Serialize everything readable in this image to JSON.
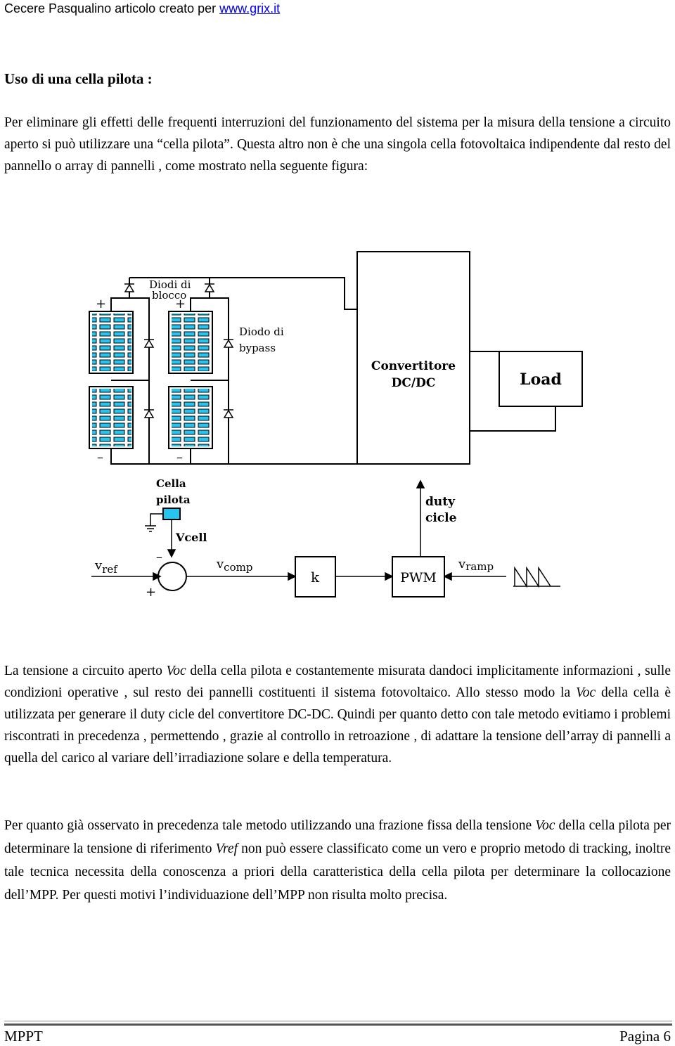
{
  "header": {
    "text": "Cecere Pasqualino articolo creato per ",
    "link": "www.grix.it"
  },
  "section_title": "Uso di una cella pilota :",
  "paragraph1": "Per eliminare gli effetti delle frequenti interruzioni del funzionamento del sistema per la misura della tensione a circuito aperto si può utilizzare una “cella pilota”. Questa altro non è che una singola cella fotovoltaica indipendente dal resto del pannello o array di pannelli , come mostrato nella seguente figura:",
  "figure": {
    "label_diodi_blocco_1": "Diodi di",
    "label_diodi_blocco_2": "blocco",
    "label_bypass_1": "Diodo di",
    "label_bypass_2": "bypass",
    "converter_1": "Convertitore",
    "converter_2": "DC/DC",
    "load": "Load",
    "cella_1": "Cella",
    "cella_2": "pilota",
    "vcell": "Vcell",
    "duty_1": "duty",
    "duty_2": "cicle",
    "vref": "v",
    "vref_sub": "ref",
    "vcomp": "v",
    "vcomp_sub": "comp",
    "k": "k",
    "pwm": "PWM",
    "vramp": "v",
    "vramp_sub": "ramp",
    "plus": "+",
    "minus": "–"
  },
  "paragraph2": {
    "t1": "La tensione a circuito aperto ",
    "voc1": "Voc",
    "t2": " della cella pilota e costantemente misurata dandoci implicitamente informazioni , sulle condizioni operative , sul resto dei pannelli costituenti il sistema fotovoltaico. Allo stesso modo la ",
    "voc2": "Voc",
    "t3": " della cella è utilizzata per generare il duty cicle del convertitore DC-DC. Quindi per quanto detto con tale metodo evitiamo i problemi riscontrati in precedenza , permettendo , grazie al controllo in retroazione , di adattare la tensione dell’array di pannelli a quella del carico al variare dell’irradiazione solare e della temperatura."
  },
  "paragraph3": {
    "t1": "Per quanto già osservato in precedenza tale metodo utilizzando una frazione fissa della tensione ",
    "voc": "Voc",
    "t2": " della cella pilota per determinare la tensione di riferimento ",
    "vref": "Vref",
    "t3": " non può essere classificato come un vero e proprio metodo di tracking, inoltre tale tecnica necessita della conoscenza a priori della caratteristica della cella pilota per determinare la collocazione dell’MPP. Per questi motivi l’individuazione dell’MPP non risulta molto precisa."
  },
  "footer": {
    "left": "MPPT",
    "right": "Pagina 6"
  }
}
